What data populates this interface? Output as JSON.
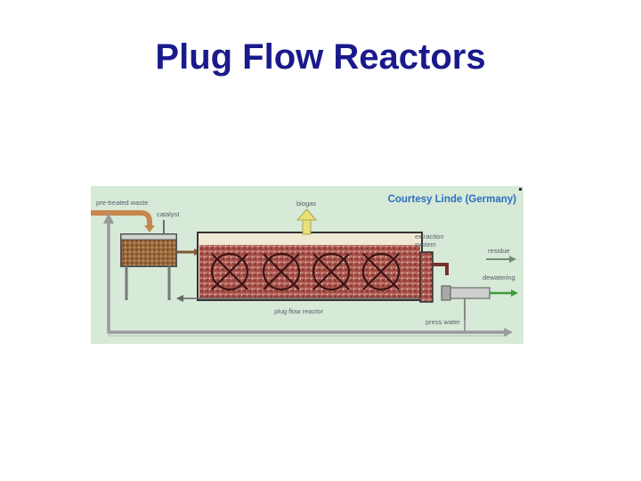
{
  "slide": {
    "title": "Plug Flow Reactors"
  },
  "diagram": {
    "courtesy": "Courtesy Linde (Germany)",
    "labels": {
      "pretreated_waste": "pre-treated waste",
      "catalyst": "catalyst",
      "biogas": "biogas",
      "extraction_system_line1": "extraction",
      "extraction_system_line2": "system",
      "residue": "residue",
      "dewatering": "dewatering",
      "plug_flow_reactor": "plug flow reactor",
      "press_water": "press water"
    },
    "colors": {
      "background": "#d7e9d7",
      "pipe": "#9a9a9a",
      "sludge": "#8a3a3a",
      "arrow_green": "#3f9a3f",
      "biogas_arrow": "#e8e07a",
      "feed_pipe": "#c7864e",
      "courtesy": "#2a6fc0",
      "title": "#1a1a8c"
    }
  }
}
